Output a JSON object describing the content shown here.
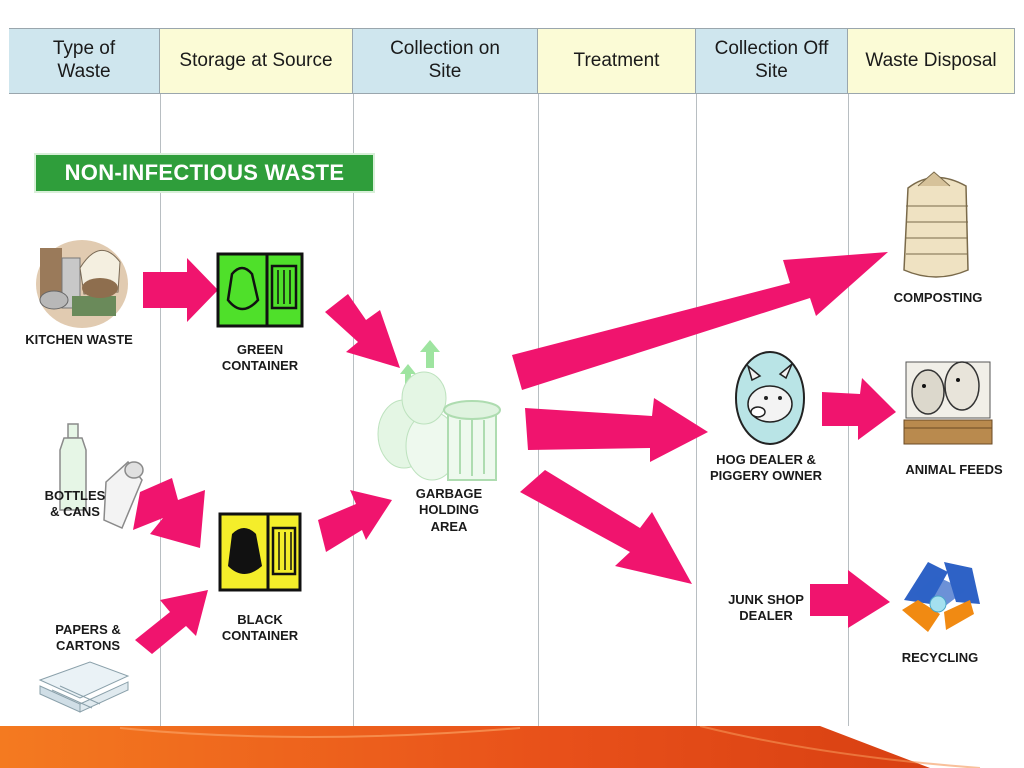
{
  "header": {
    "columns": [
      "Type of\nWaste",
      "Storage at Source",
      "Collection on\nSite",
      "Treatment",
      "Collection Off\nSite",
      "Waste Disposal"
    ]
  },
  "banner": "NON-INFECTIOUS WASTE",
  "sources": {
    "kitchen": "KITCHEN WASTE",
    "bottles": "BOTTLES\n& CANS",
    "papers": "PAPERS &\nCARTONS"
  },
  "storage": {
    "green": "GREEN\nCONTAINER",
    "black": "BLACK\nCONTAINER"
  },
  "holding": "GARBAGE\nHOLDING\nAREA",
  "offsite": {
    "hog": "HOG DEALER &\nPIGGERY OWNER",
    "junk": "JUNK SHOP\nDEALER"
  },
  "disposal": {
    "composting": "COMPOSTING",
    "feeds": "ANIMAL FEEDS",
    "recycling": "RECYCLING"
  },
  "colors": {
    "arrow": "#f0146e",
    "header_blue": "#cfe6ee",
    "header_cream": "#fbfbd6",
    "banner_green": "#2f9e3b",
    "green_container": "#4fe02a",
    "black_container": "#f4ee2a",
    "bottom_bar": "#e8501a"
  },
  "icons": {
    "kitchen": "kitchen-waste-icon",
    "bottles": "bottles-cans-icon",
    "papers": "papers-cartons-icon",
    "green_container": "green-container-icon",
    "black_container": "black-container-icon",
    "holding": "garbage-holding-icon",
    "hog": "pig-icon",
    "composting": "compost-bin-icon",
    "feeds": "cows-icon",
    "recycling": "recycling-icon"
  }
}
